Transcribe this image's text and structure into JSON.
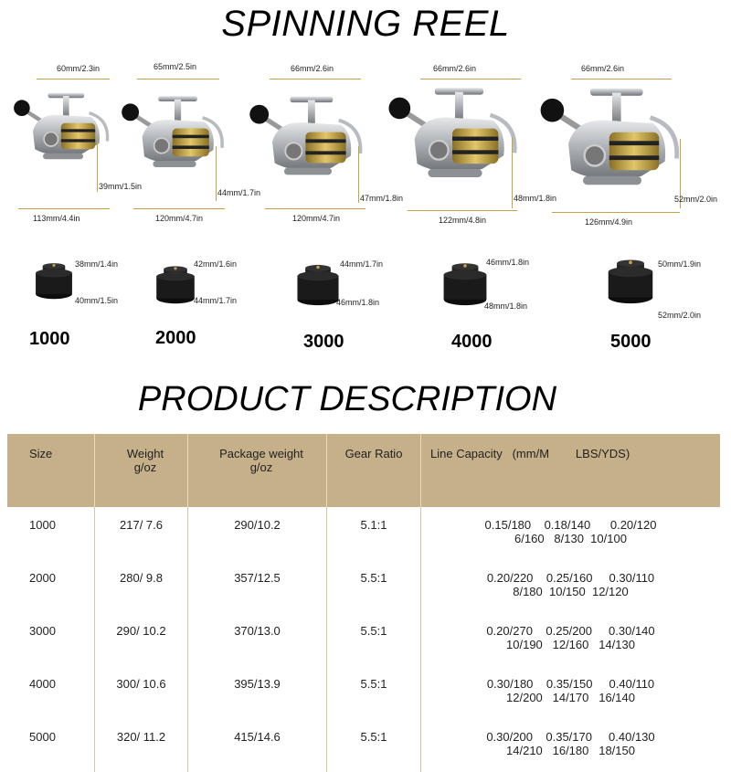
{
  "header": {
    "title": "SPINNING REEL"
  },
  "reels": [
    {
      "size": "1000",
      "width_top": "60mm/2.3in",
      "height": "39mm/1.5in",
      "length": "113mm/4.4in",
      "spool_top": "38mm/1.4in",
      "spool_bottom": "40mm/1.5in"
    },
    {
      "size": "2000",
      "width_top": "65mm/2.5in",
      "height": "44mm/1.7in",
      "length": "120mm/4.7in",
      "spool_top": "42mm/1.6in",
      "spool_bottom": "44mm/1.7in"
    },
    {
      "size": "3000",
      "width_top": "66mm/2.6in",
      "height": "47mm/1.8in",
      "length": "120mm/4.7in",
      "spool_top": "44mm/1.7in",
      "spool_bottom": "46mm/1.8in"
    },
    {
      "size": "4000",
      "width_top": "66mm/2.6in",
      "height": "48mm/1.8in",
      "length": "122mm/4.8in",
      "spool_top": "46mm/1.8in",
      "spool_bottom": "48mm/1.8in"
    },
    {
      "size": "5000",
      "width_top": "66mm/2.6in",
      "height": "52mm/2.0in",
      "length": "126mm/4.9in",
      "spool_top": "50mm/1.9in",
      "spool_bottom": "52mm/2.0in"
    }
  ],
  "description": {
    "title": "PRODUCT DESCRIPTION",
    "headers": [
      "Size",
      "Weight\ng/oz",
      "Package weight\ng/oz",
      "Gear Ratio",
      "Line Capacity   (mm/M        LBS/YDS)"
    ],
    "rows": [
      {
        "size": "1000",
        "weight": "217/ 7.6",
        "package": "290/10.2",
        "ratio": "5.1:1",
        "line1": "0.15/180    0.18/140      0.20/120",
        "line2": "6/160   8/130  10/100"
      },
      {
        "size": "2000",
        "weight": "280/ 9.8",
        "package": "357/12.5",
        "ratio": "5.5:1",
        "line1": "0.20/220    0.25/160     0.30/110",
        "line2": "8/180  10/150  12/120"
      },
      {
        "size": "3000",
        "weight": "290/ 10.2",
        "package": "370/13.0",
        "ratio": "5.5:1",
        "line1": "0.20/270    0.25/200     0.30/140",
        "line2": "10/190   12/160   14/130"
      },
      {
        "size": "4000",
        "weight": "300/ 10.6",
        "package": "395/13.9",
        "ratio": "5.5:1",
        "line1": "0.30/180    0.35/150     0.40/110",
        "line2": "12/200   14/170   16/140"
      },
      {
        "size": "5000",
        "weight": "320/ 11.2",
        "package": "415/14.6",
        "ratio": "5.5:1",
        "line1": "0.30/200    0.35/170     0.40/130",
        "line2": "14/210   16/180   18/150"
      }
    ]
  },
  "colors": {
    "accent": "#c5b08a",
    "dimension_line": "#c7a24a",
    "reel_body": "#b9bcc0",
    "spool_gold": "#c9a43a"
  }
}
